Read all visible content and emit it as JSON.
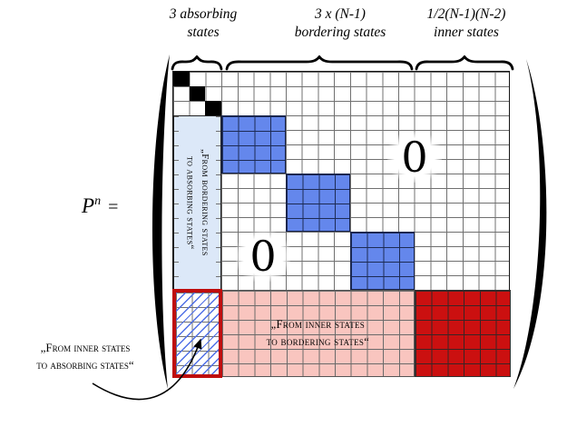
{
  "figure": {
    "formula": {
      "base": "P",
      "exponent": "n",
      "equals": "="
    },
    "header_groups": [
      {
        "line1": "3 absorbing",
        "line2": "states"
      },
      {
        "line1": "3 x (N-1)",
        "line2": "bordering states"
      },
      {
        "line1": "1/2(N-1)(N-2)",
        "line2": "inner states"
      }
    ],
    "matrix": {
      "zero_upper": "0",
      "zero_lower": "0",
      "bordering_to_absorbing": {
        "line1": "„From bordering states",
        "line2": "to absorbing states“"
      },
      "inner_to_bordering": {
        "line1": "„From inner states",
        "line2": "to bordering states“"
      }
    },
    "annotation": {
      "line1": "„From inner states",
      "line2": "to absorbing states“"
    }
  },
  "colors": {
    "grid_line": "#707070",
    "grid_border": "#151515",
    "ink": "#000000",
    "absorbing_cell": "#000000",
    "bordering_block": "#6487ec",
    "bordering_grid_line": "#1d2b55",
    "bordering_border": "#16224a",
    "absorbing_col_block": "#dce8f8",
    "pink_block": "#f9c5bf",
    "pink_grid_line": "#6a6a6a",
    "inner_block": "#cb1010",
    "inner_grid_line": "#3a2424",
    "hatch_line": "#4f6fe6",
    "hatch_border": "#bf0d0d"
  }
}
